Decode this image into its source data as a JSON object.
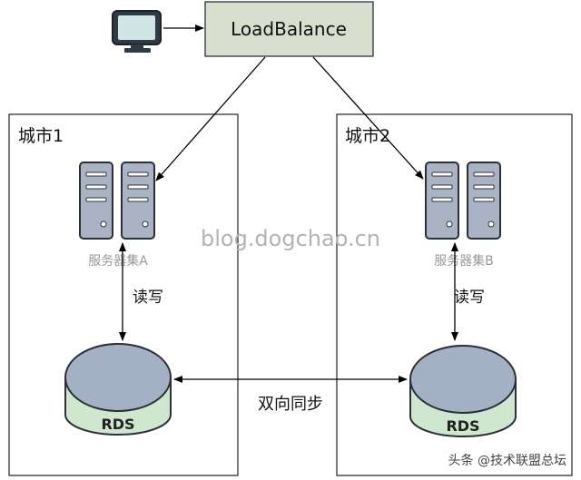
{
  "load_balancer": {
    "label": "LoadBalance"
  },
  "cities": [
    {
      "title": "城市1",
      "server_cluster_label": "服务器集A",
      "rw_label": "读写",
      "db_label": "RDS"
    },
    {
      "title": "城市2",
      "server_cluster_label": "服务器集B",
      "rw_label": "读写",
      "db_label": "RDS"
    }
  ],
  "sync_label": "双向同步",
  "watermark": "blog.dogchao.cn",
  "footer_watermark": "头条 @技术联盟总坛",
  "colors": {
    "server_fill": "#a9b3c4",
    "db_fill": "#a4b0c3",
    "db_top": "#8a96a9",
    "db_side": "#cfe7cf",
    "lb_fill": "#d9dfcf",
    "monitor_screen": "#cfe6e4"
  },
  "icons": [
    "monitor-icon",
    "server-icon",
    "database-icon"
  ]
}
